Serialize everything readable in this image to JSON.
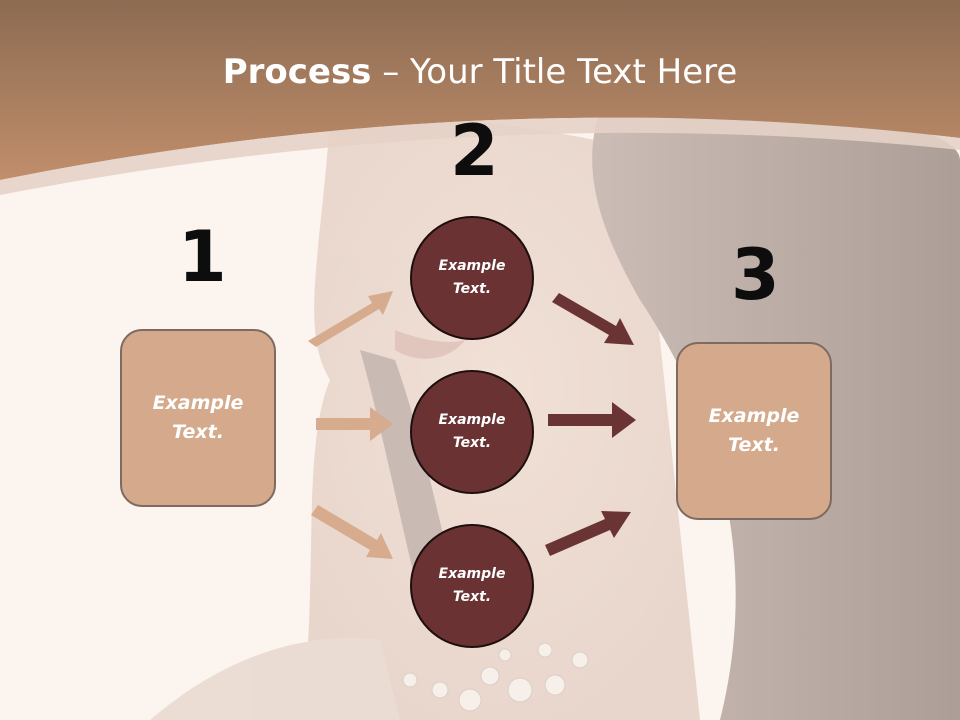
{
  "title": {
    "bold": "Process",
    "rest": " – Your Title Text Here"
  },
  "steps": {
    "one": {
      "number": "1",
      "text": "Example\nText."
    },
    "two": {
      "number": "2",
      "text": "Example\nText."
    },
    "three": {
      "number": "3",
      "text": "Example\nText."
    }
  },
  "middle_items": [
    {
      "text": "Example\nText."
    },
    {
      "text": "Example\nText."
    },
    {
      "text": "Example\nText."
    }
  ],
  "colors": {
    "header": "#a97a5c",
    "box_fill": "#d4a98c",
    "circle_fill": "#6a3233",
    "arrow_light": "#d6ab8e",
    "arrow_dark": "#6b3434"
  }
}
